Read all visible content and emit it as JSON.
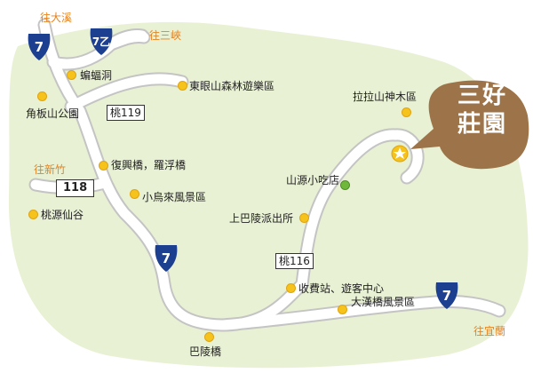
{
  "directions": {
    "daxi": "往大溪",
    "sanxia": "往三峽",
    "xinzhu": "往新竹",
    "yilan": "往宜蘭"
  },
  "highways": {
    "nat7": "7",
    "nat7yi": "7乙"
  },
  "routes": {
    "tao119": "桃119",
    "r118": "118",
    "tao116": "桃116"
  },
  "places": {
    "bat_cave": "蝙蝠洞",
    "dongyan": "東眼山森林遊樂區",
    "jiaoban": "角板山公園",
    "fuxing": "復興橋，羅浮橋",
    "xiaowulai": "小烏來風景區",
    "taoyuan_valley": "桃源仙谷",
    "lala_mountain": "拉拉山神木區",
    "shanyuan": "山源小吃店",
    "shangbaling": "上巴陵派出所",
    "toll": "收費站、遊客中心",
    "dahan": "大漢橋風景區",
    "baling": "巴陵橋"
  },
  "destination": {
    "line1": "三好",
    "line2": "莊園"
  },
  "colors": {
    "land": "#e8f1d4",
    "road_edge": "#c4c4c4",
    "road_fill": "#ffffff",
    "pin": "#f6c21c",
    "callout": "#9d7449",
    "highway_shield": "#1d3f8f",
    "direction_text": "#e6821e"
  }
}
